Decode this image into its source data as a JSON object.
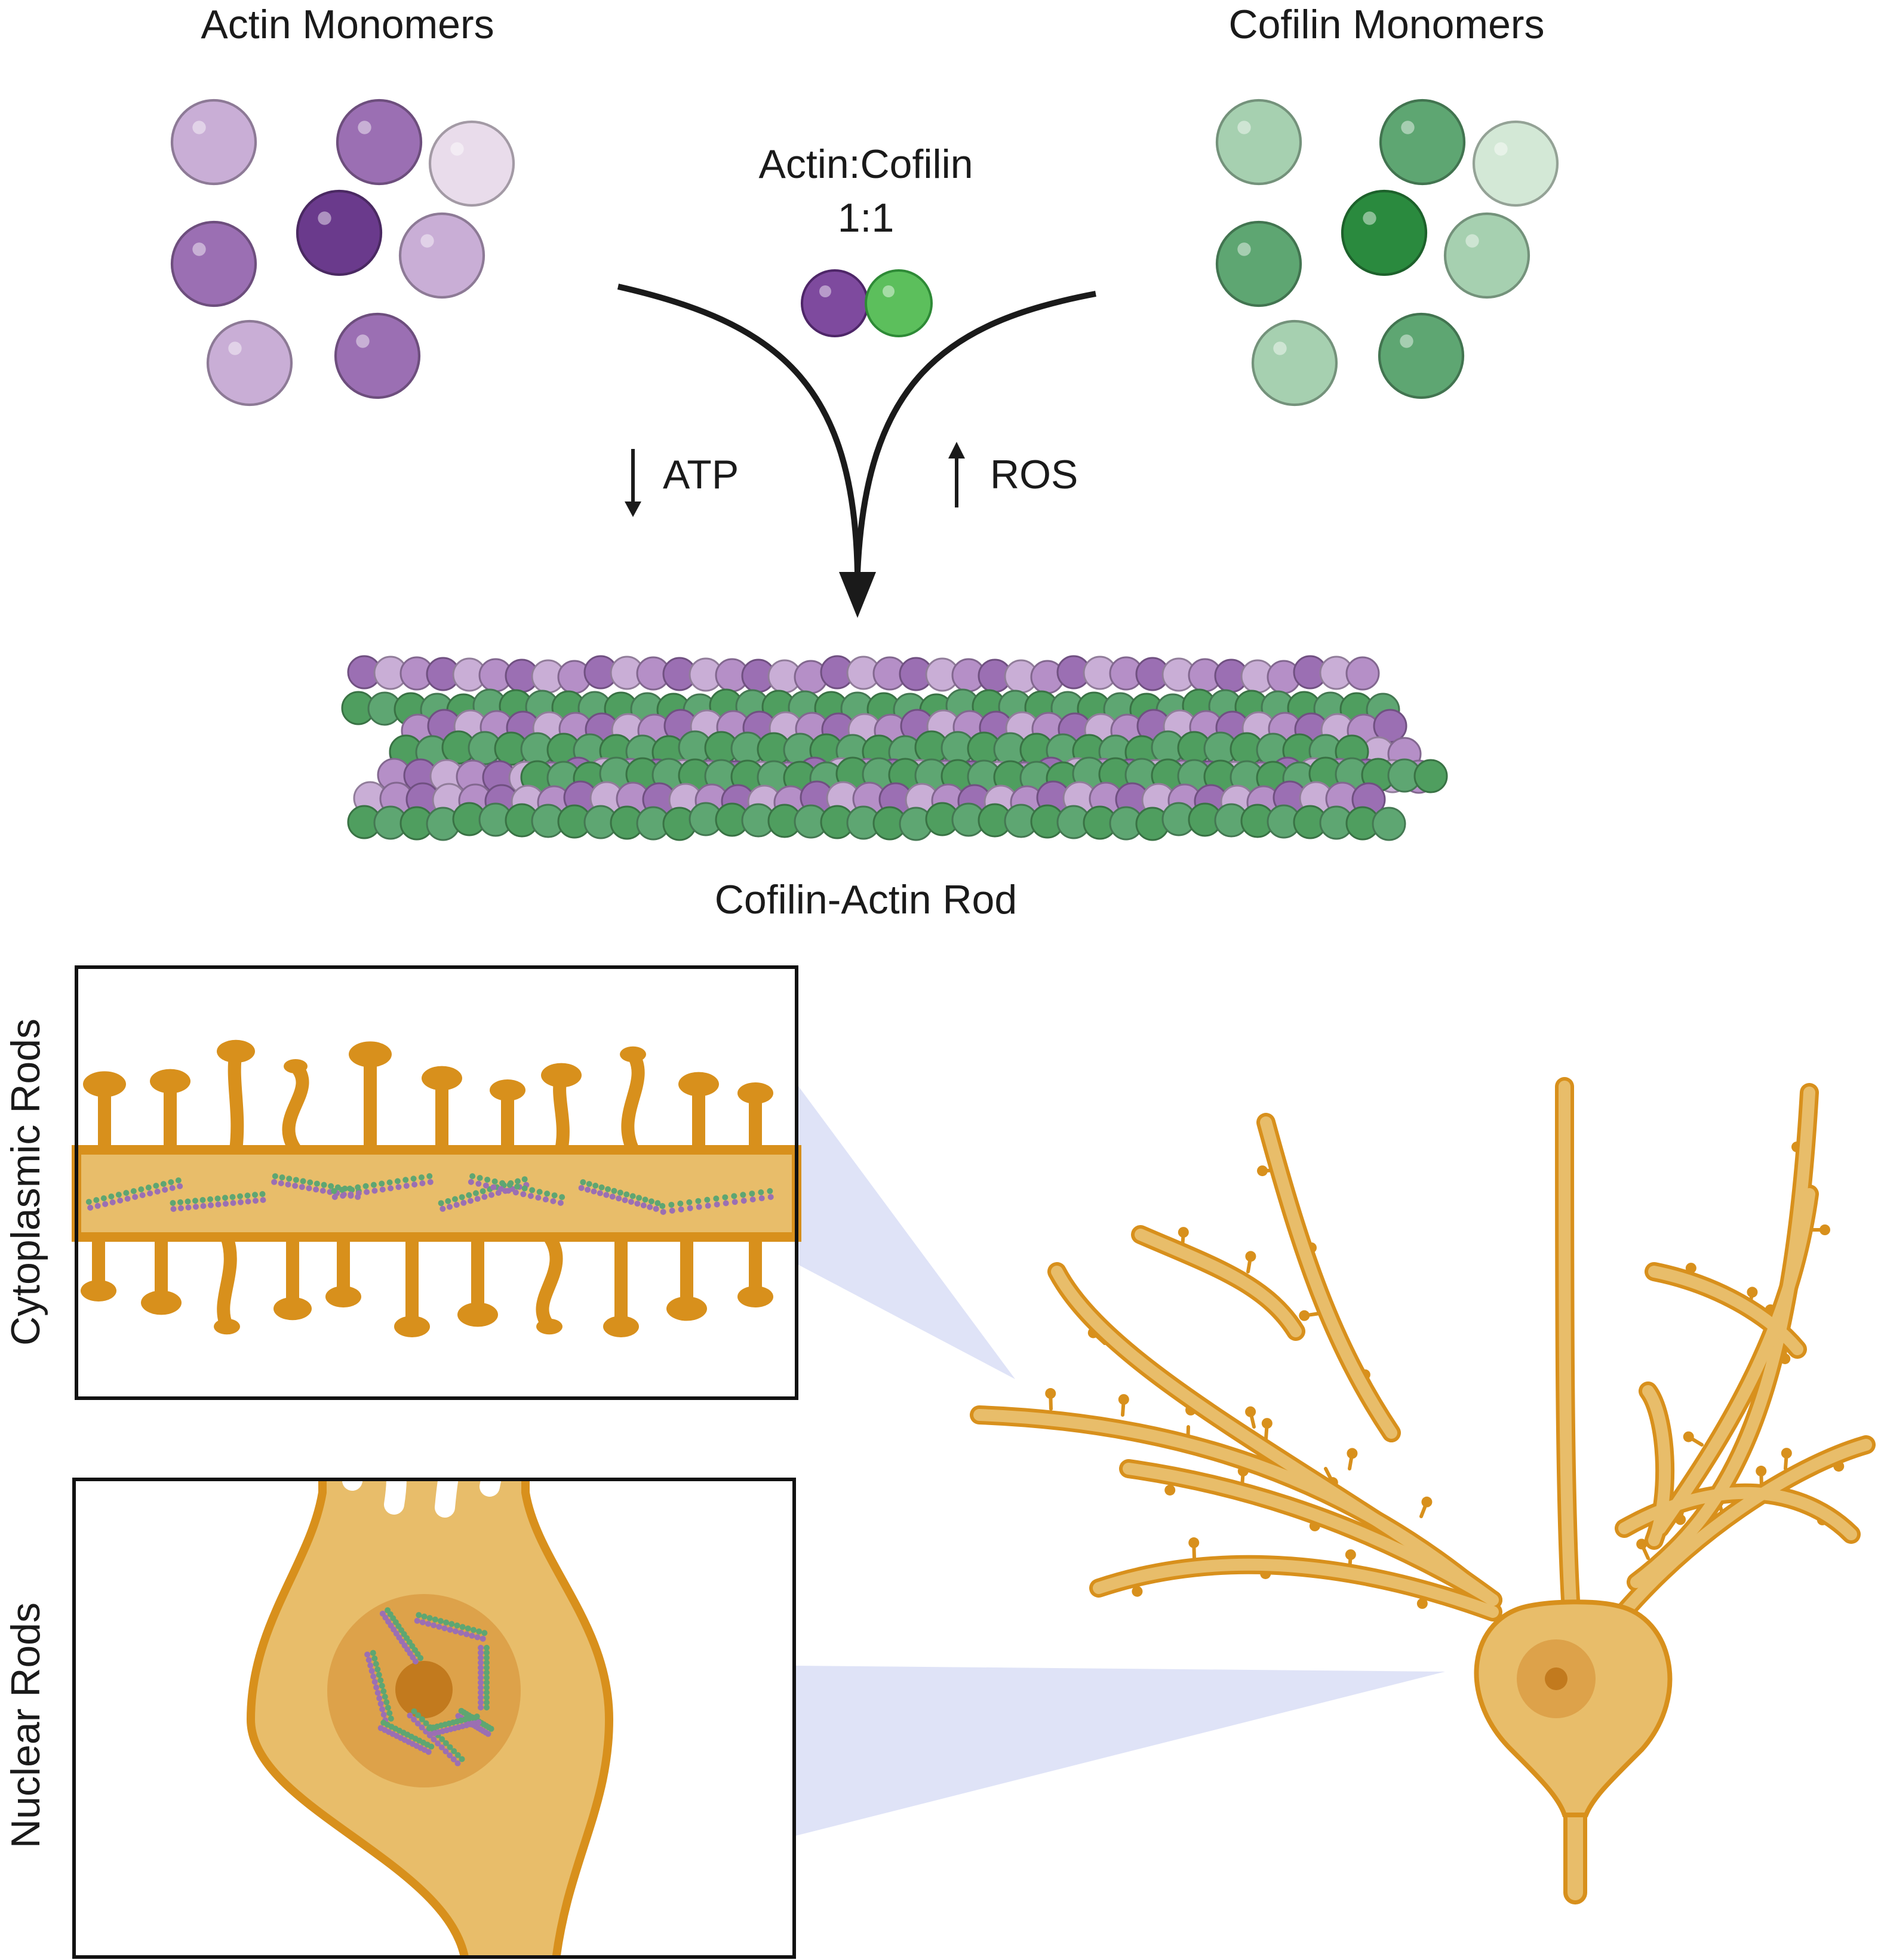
{
  "labels": {
    "actin_monomers": "Actin Monomers",
    "cofilin_monomers": "Cofilin Monomers",
    "ratio_title": "Actin:Cofilin",
    "ratio_value": "1:1",
    "atp": "ATP",
    "ros": "ROS",
    "rod": "Cofilin-Actin Rod",
    "cytoplasmic": "Cytoplasmic Rods",
    "nuclear": "Nuclear Rods"
  },
  "colors": {
    "actin_dark": "#6a3a8c",
    "actin_mid": "#9b6fb3",
    "actin_light": "#c9aed6",
    "cofilin_dark": "#2a8a3e",
    "cofilin_mid": "#5ea672",
    "cofilin_light": "#a6d0b0",
    "neuron_fill": "#e8bd6a",
    "neuron_stroke": "#d8901c",
    "nucleus": "#dda24a",
    "nucleolus": "#c27a1e",
    "zoom_cone": "#dfe3f7",
    "text": "#1a1a1a"
  },
  "icons": {
    "atp_arrow": "arrow-down-icon",
    "ros_arrow": "arrow-up-icon"
  }
}
